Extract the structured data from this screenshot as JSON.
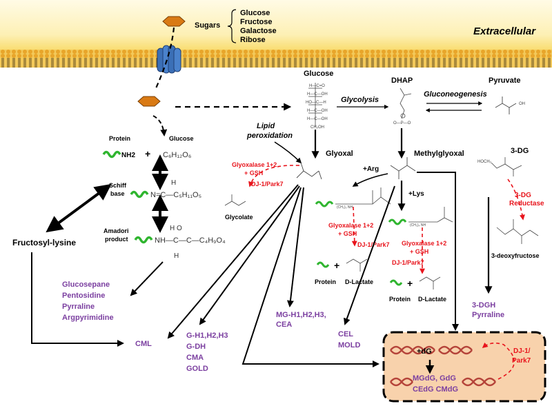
{
  "header": {
    "sugars_label": "Sugars",
    "sugar_list": [
      "Glucose",
      "Fructose",
      "Galactose",
      "Ribose"
    ],
    "compartment": "Extracellular"
  },
  "pathway": {
    "glucose": "Glucose",
    "dhap": "DHAP",
    "pyruvate": "Pyruvate",
    "glycolysis": "Glycolysis",
    "gluconeogenesis": "Gluconeogenesis",
    "lipid_peroxidation": [
      "Lipid",
      "peroxidation"
    ],
    "glyoxal": "Glyoxal",
    "methylglyoxal": "Methylglyoxal",
    "three_dg": "3-DG",
    "glycolate": "Glycolate",
    "three_deoxyfructose": "3-deoxyfructose"
  },
  "glycation": {
    "protein": "Protein",
    "glucose": "Glucose",
    "schiff_base": [
      "Schiff",
      "base"
    ],
    "amadori": [
      "Amadori",
      "product"
    ],
    "fructosyl_lysine": "Fructosyl-lysine",
    "nh2": "NH2",
    "plus": "+"
  },
  "enzymes": {
    "glyoxalase": "Glyoxalase 1+2",
    "gsh": "+ GSH",
    "dj1": "DJ-1/Park7",
    "dg_reductase": [
      "3-DG",
      "Reductase"
    ],
    "dj1_split": [
      "DJ-1/",
      "Park7"
    ]
  },
  "modifiers": {
    "arg": "+Arg",
    "lys": "+Lys",
    "dg": "+dG",
    "protein": "Protein",
    "d_lactate": "D-Lactate"
  },
  "products": {
    "amadori_ages": [
      "Glucosepane",
      "Pentosidine",
      "Pyrraline",
      "Argpyrimidine"
    ],
    "cml": "CML",
    "glyoxal_ages": [
      "G-H1,H2,H3",
      "G-DH",
      "CMA",
      "GOLD"
    ],
    "mg_ages": [
      "MG-H1,H2,H3,",
      "CEA"
    ],
    "lys_ages": [
      "CEL",
      "MOLD"
    ],
    "dg_ages": [
      "3-DGH",
      "Pyrraline"
    ],
    "dna_adducts": [
      "MGdG, GdG",
      "CEdG CMdG"
    ]
  },
  "colors": {
    "membrane": "#f2c24a",
    "transporter": "#3b6fb6",
    "sugar": "#d97a14",
    "protein_wave": "#2fb52f",
    "enzyme_text": "#e8141c",
    "age_text": "#7b3fa0",
    "dna_box": "#f8d2ac",
    "dna": "#b5443a"
  }
}
